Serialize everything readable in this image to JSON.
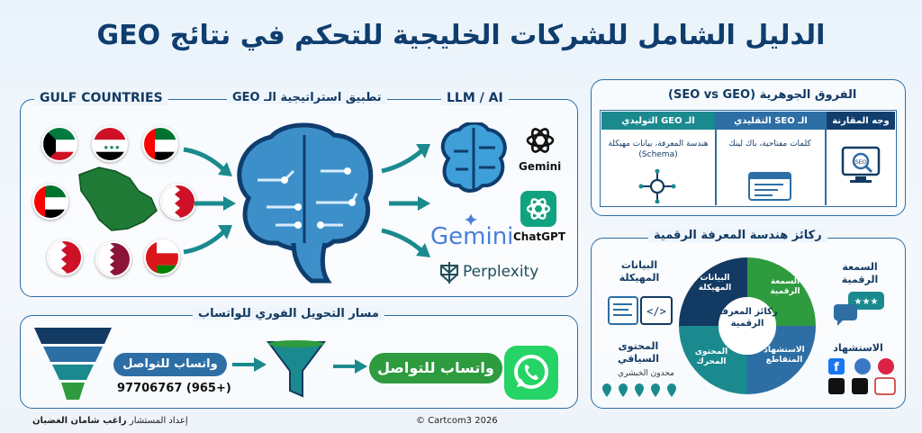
{
  "title": "الدليل الشامل للشركات الخليجية للتحكم في نتائج GEO",
  "sections": {
    "gulf_countries": "GULF COUNTRIES",
    "geo_strategy": "تطبيق استراتيجية الـ GEO",
    "llm_ai": "LLM / AI",
    "differences": "الفروق الجوهرية (SEO vs GEO)",
    "pillars": "ركائز هندسة المعرفة الرقمية",
    "whatsapp_path": "مسار التحويل الفوري للواتساب"
  },
  "ai_brands": {
    "gemini_small": "Gemini",
    "chatgpt": "ChatGPT",
    "gemini_large": "Gemini",
    "perplexity": "Perplexity"
  },
  "comparison": {
    "headers": [
      "وجه المقارنة",
      "الـ SEO التقليدي",
      "الـ GEO التوليدي"
    ],
    "traditional_seo": "كلمات مفتاحية، باك لينك",
    "generative_geo": "هندسة المعرفة، بيانات مهيكلة (Schema)"
  },
  "pillars_wheel": {
    "center": "ركائز المعرفة الرقمية",
    "segments": [
      "البيانات المهيكلة",
      "السمعة الرقمية",
      "الاستشهاد المتقاطع",
      "المحتوى المحرك"
    ],
    "outer_labels": {
      "structured_data": "البيانات المهيكلة",
      "digital_reputation": "السمعة الرقمية",
      "contextual_content": "المحتوى السياقي",
      "contextual_sub": "محدون الخبشري",
      "citation": "الاستشهاد"
    }
  },
  "whatsapp": {
    "contact_label": "واتساب للتواصل",
    "phone": "97706767 (965+)",
    "cta_label": "واتساب للتواصل"
  },
  "footer": {
    "credit_prefix": "إعداد المستشار",
    "credit_name": "راغب شامان الغضبان",
    "copyright": "© Cartcom3 2026"
  },
  "colors": {
    "navy": "#133a62",
    "teal": "#1b8a8f",
    "blue": "#2d6ea5",
    "green": "#2e9b3e",
    "whatsapp": "#25d366"
  }
}
